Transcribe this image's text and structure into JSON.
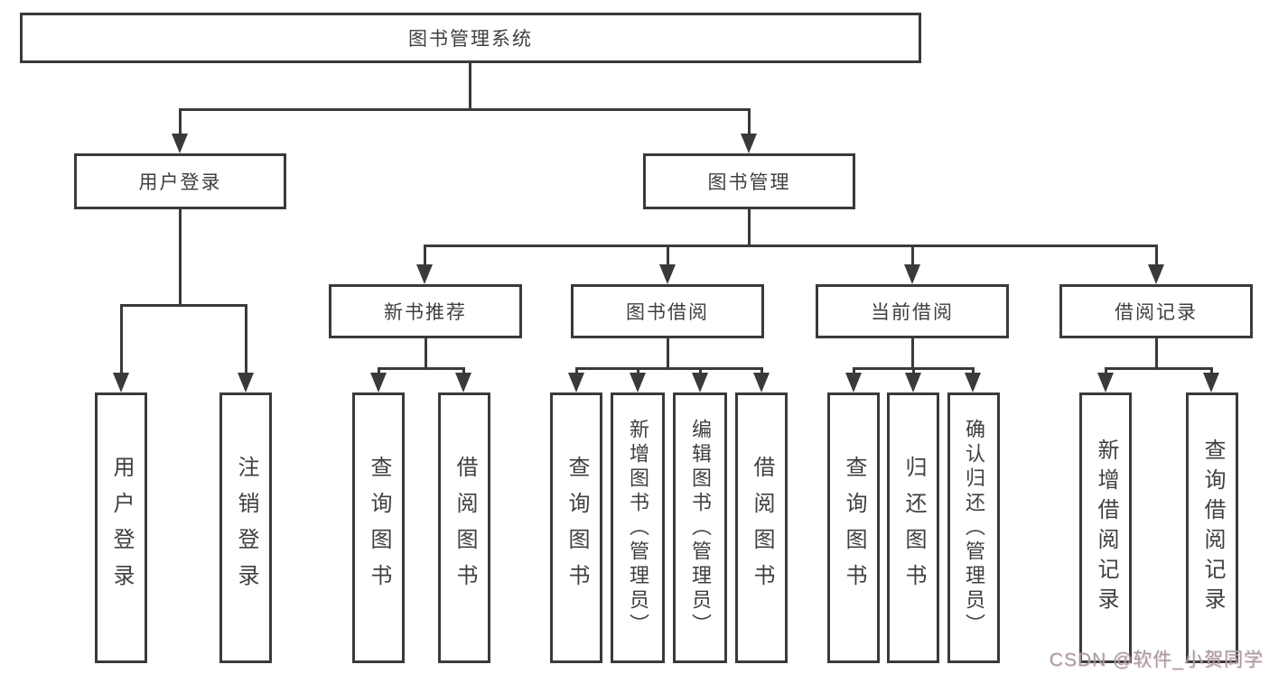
{
  "nodes": {
    "root": {
      "label": "图书管理系统"
    },
    "user_login": {
      "label": "用户登录"
    },
    "book_mgmt": {
      "label": "图书管理"
    },
    "new_book_rec": {
      "label": "新书推荐"
    },
    "book_borrow": {
      "label": "图书借阅"
    },
    "current_borrow": {
      "label": "当前借阅"
    },
    "borrow_record": {
      "label": "借阅记录"
    },
    "ul_user_login": {
      "label": "用户登录"
    },
    "ul_logout": {
      "label": "注销登录"
    },
    "nb_query": {
      "label": "查询图书"
    },
    "nb_borrow": {
      "label": "借阅图书"
    },
    "bb_query": {
      "label": "查询图书"
    },
    "bb_add": {
      "label": "新增图书（管理员）"
    },
    "bb_edit": {
      "label": "编辑图书（管理员）"
    },
    "bb_borrow": {
      "label": "借阅图书"
    },
    "cb_query": {
      "label": "查询图书"
    },
    "cb_return": {
      "label": "归还图书"
    },
    "cb_confirm": {
      "label": "确认归还（管理员）"
    },
    "br_add": {
      "label": "新增借阅记录"
    },
    "br_query": {
      "label": "查询借阅记录"
    }
  },
  "watermark": {
    "text": "CSDN @软件_小贺同学"
  },
  "colors": {
    "line": "#3a3a3a",
    "box_border": "#3a3a3a",
    "box_fill": "#ffffff",
    "text": "#3f3f3f",
    "watermark": "#9fa0a4"
  }
}
